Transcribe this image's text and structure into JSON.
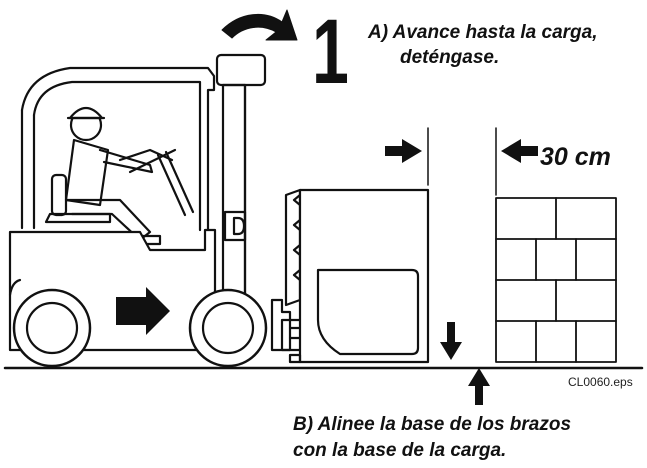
{
  "step": {
    "number": "1"
  },
  "caption_a": {
    "line1": "A) Avance hasta la carga,",
    "line2": "deténgase."
  },
  "distance_label": "30 cm",
  "caption_b": {
    "line1": "B) Alinee la base de los brazos",
    "line2": "con la base de la carga."
  },
  "file_label": "CL0060.eps",
  "icons": [
    "curved-arrow-icon",
    "right-arrow-icon",
    "left-arrow-icon",
    "down-arrow-icon",
    "up-arrow-icon",
    "forward-arrow-icon"
  ],
  "colors": {
    "ink": "#111111",
    "paper": "#ffffff"
  }
}
